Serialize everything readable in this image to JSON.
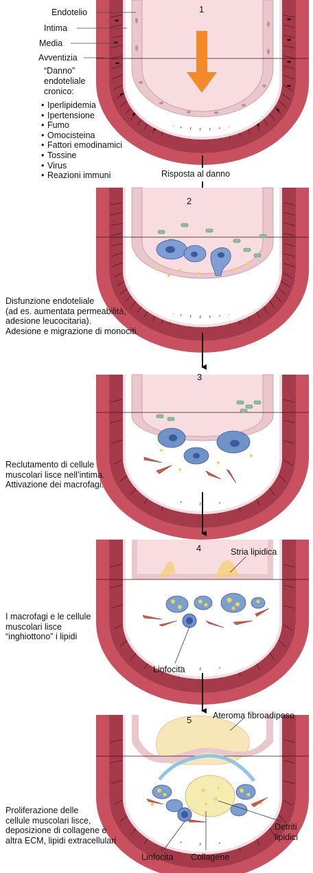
{
  "stage1": {
    "number": "1",
    "layers": {
      "endotelio": "Endotelio",
      "intima": "Intima",
      "media": "Media",
      "avventizia": "Avventizia"
    },
    "damage_title": "“Danno”\nendoteliale\ncronico:",
    "risk_factors": [
      "Iperlipidemia",
      "Ipertensione",
      "Fumo",
      "Omocisteina",
      "Fattori emodinamici",
      "Tossine",
      "Virus",
      "Reazioni immuni"
    ]
  },
  "response_label": "Risposta al danno",
  "stage2": {
    "number": "2",
    "caption": "Disfunzione endoteliale\n(ad es. aumentata permeabilità,\nadesione leucocitaria).\nAdesione e migrazione di monociti."
  },
  "stage3": {
    "number": "3",
    "caption": "Reclutamento di cellule\nmuscolari lisce nell’intima.\nAttivazione dei macrofagi."
  },
  "stage4": {
    "number": "4",
    "fatty_streak_label": "Stria lipidica",
    "caption": "I macrofagi e le cellule\nmuscolari lisce\n“inghiottono” i lipidi",
    "lymphocyte_label": "Linfocita"
  },
  "stage5": {
    "number": "5",
    "atheroma_label": "Ateroma fibroadiposo",
    "caption": "Proliferazione delle\ncellule muscolari lisce,\ndeposizione di collagene e\naltra ECM, lipidi extracellulari",
    "lymphocyte_label": "Linfocita",
    "collagen_label": "Collagene",
    "debris_label": "Detriti\nlipidici"
  },
  "colors": {
    "adventitia": "#c9505f",
    "media": "#a53a4a",
    "media_line": "#5a1822",
    "media_nucleus": "#2a0a10",
    "elastic": "#f3dfe3",
    "intima": "#ffffff",
    "lumen": "#f7dde0",
    "endothelium": "#e9c7cc",
    "arrow": "#f28a2a",
    "monocyte": "#7f9fd4",
    "macrophage": "#6f93c9",
    "lipid": "#f2d54a",
    "platelet": "#8fbf9a",
    "smooth_muscle": "#d35b45",
    "collagen": "#8fc3e8"
  }
}
